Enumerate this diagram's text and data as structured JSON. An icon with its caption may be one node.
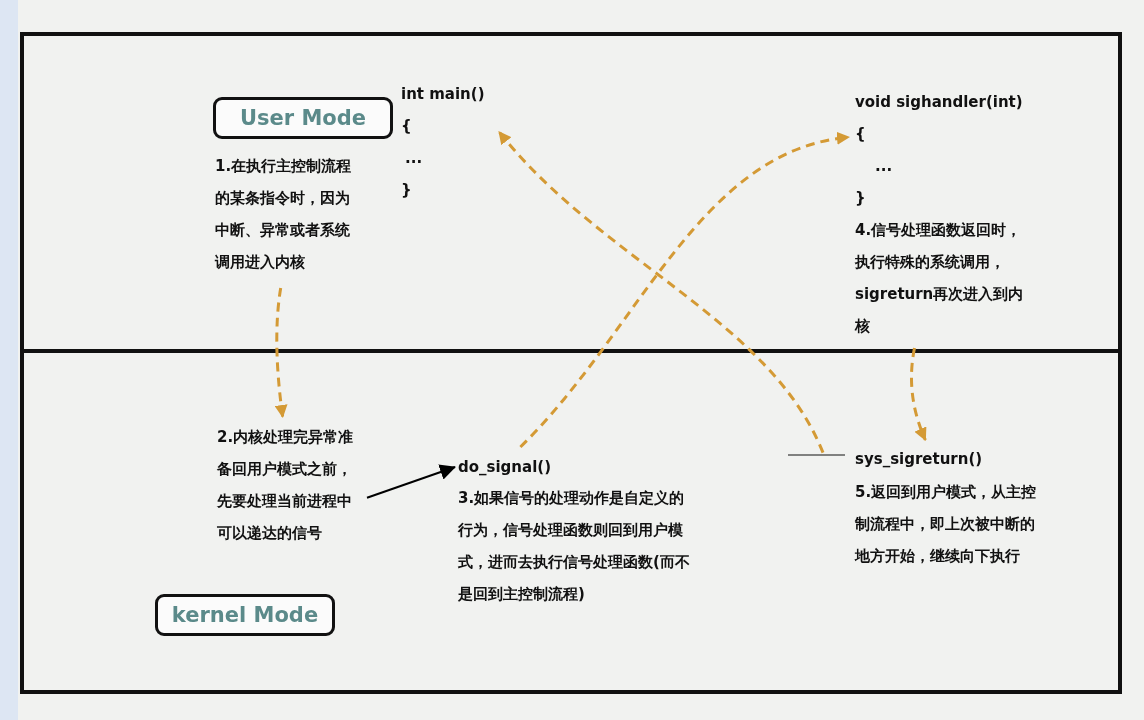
{
  "diagram": {
    "nodes": [
      {
        "text": [
          "User Mode"
        ]
      },
      {
        "text": [
          "1.在执行主控制流程的某条指令时，因为中断、异常或者系统调用进入内核"
        ]
      },
      {
        "text": [
          "int main()",
          "{",
          "...",
          "}"
        ]
      },
      {
        "text": [
          "void sighandler(int)",
          "{",
          "...",
          "}"
        ]
      },
      {
        "text": [
          "4.信号处理函数返回时，执行特殊的系统调用，sigreturn再次进入到内核"
        ]
      },
      {
        "text": [
          "2.内核处理完异常准备回用户模式之前，先要处理当前进程中可以递达的信号"
        ]
      },
      {
        "text": [
          "do_signal()"
        ]
      },
      {
        "text": [
          "3.如果信号的处理动作是自定义的行为，信号处理函数则回到用户模式，进而去执行信号处理函数(而不是回到主控制流程)"
        ]
      },
      {
        "text": [
          "sys_sigreturn()"
        ]
      },
      {
        "text": [
          "5.返回到用户模式，从主控制流程中，即上次被中断的地方开始，继续向下执行"
        ]
      },
      {
        "text": [
          "kernel Mode"
        ]
      }
    ],
    "edges": [
      {
        "from": 1,
        "to": 5,
        "arrow": "to",
        "style": "dashed"
      },
      {
        "from": 5,
        "to": 6,
        "arrow": "to",
        "color": "#000000"
      },
      {
        "from": 6,
        "to": 3,
        "arrow": "to",
        "style": "dashed"
      },
      {
        "from": 4,
        "to": 8,
        "arrow": "to",
        "style": "dashed"
      },
      {
        "from": 8,
        "to": 2,
        "arrow": "to",
        "style": "dashed"
      }
    ]
  }
}
